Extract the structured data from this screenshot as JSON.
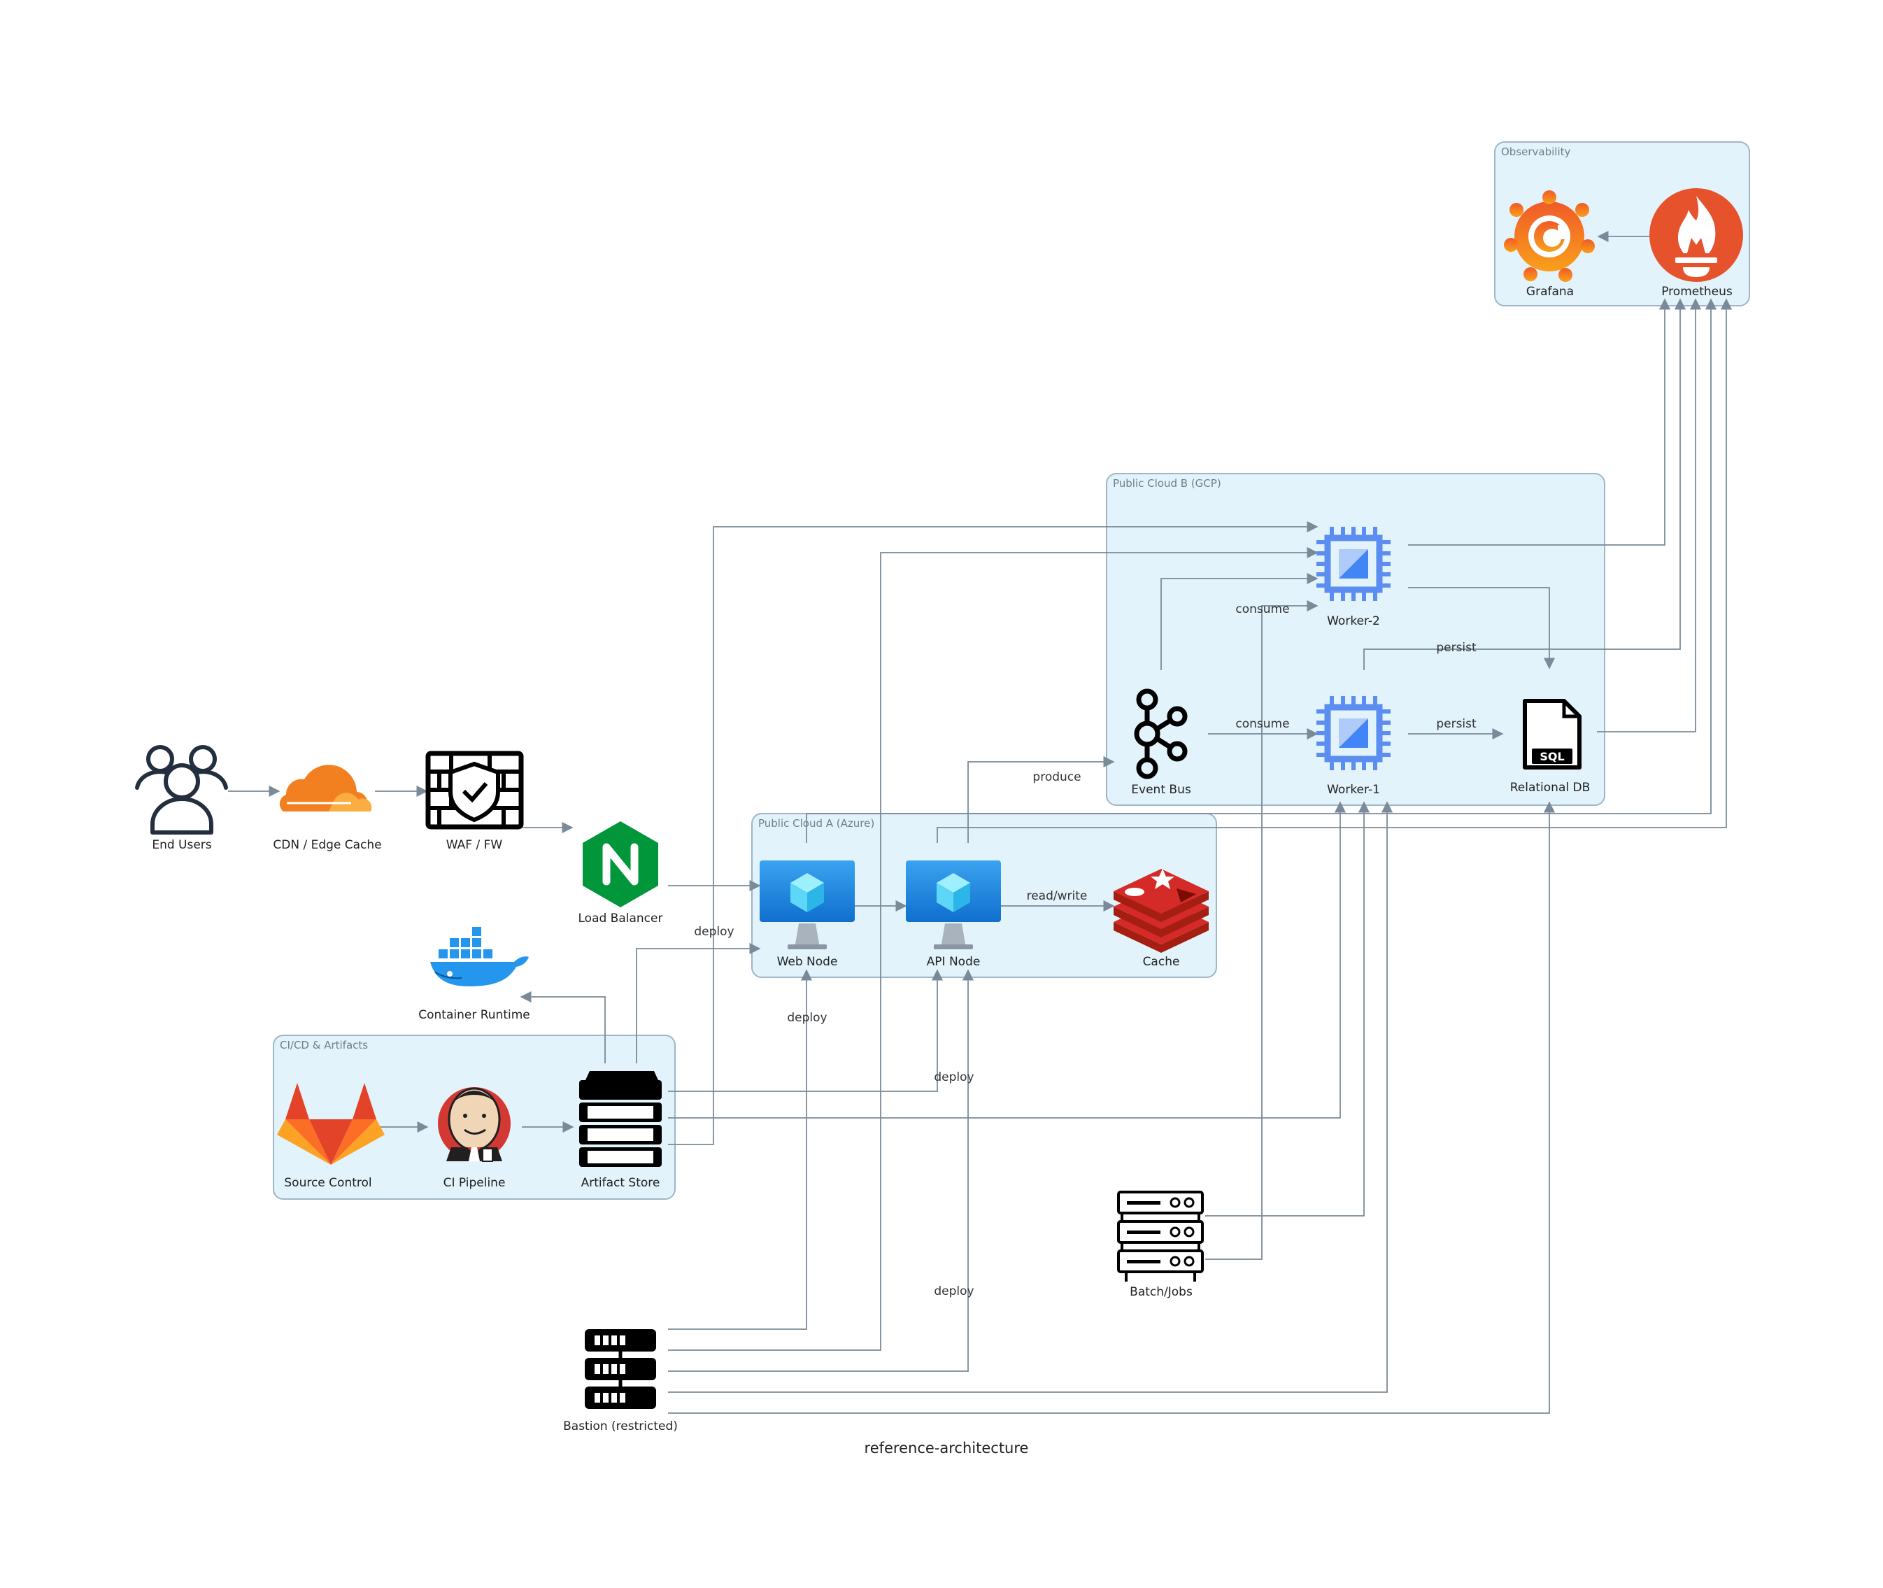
{
  "caption": "reference-architecture",
  "clusters": {
    "observability": "Observability",
    "gcp": "Public Cloud B (GCP)",
    "azure": "Public Cloud A (Azure)",
    "cicd": "CI/CD & Artifacts"
  },
  "nodes": {
    "end_users": "End Users",
    "cdn": "CDN / Edge Cache",
    "waf": "WAF / FW",
    "load_balancer": "Load Balancer",
    "web_node": "Web Node",
    "api_node": "API Node",
    "cache": "Cache",
    "event_bus": "Event Bus",
    "worker1": "Worker-1",
    "worker2": "Worker-2",
    "relational_db": "Relational DB",
    "grafana": "Grafana",
    "prometheus": "Prometheus",
    "container_runtime": "Container Runtime",
    "source_control": "Source Control",
    "ci_pipeline": "CI Pipeline",
    "artifact_store": "Artifact Store",
    "batch_jobs": "Batch/Jobs",
    "bastion": "Bastion (restricted)"
  },
  "edge_labels": {
    "produce": "produce",
    "consume_w1": "consume",
    "consume_w2": "consume",
    "persist_w1": "persist",
    "persist_w2": "persist",
    "read_write": "read/write",
    "deploy_web": "deploy",
    "deploy_web_bastion": "deploy",
    "deploy_api": "deploy",
    "deploy_api_bastion": "deploy"
  },
  "db_badge": "SQL",
  "colors": {
    "cluster_fill": "#e2f3fb",
    "edge": "#7a8a98",
    "azure_blue": "#1a86e0",
    "gcp_chip": "#5b8ef0",
    "redis_red": "#d52b28",
    "prometheus_orange": "#e6522c",
    "gitlab_orange": "#e24329",
    "nginx_green": "#009639",
    "cloudflare_orange": "#f38020",
    "docker_blue": "#2496ed"
  }
}
